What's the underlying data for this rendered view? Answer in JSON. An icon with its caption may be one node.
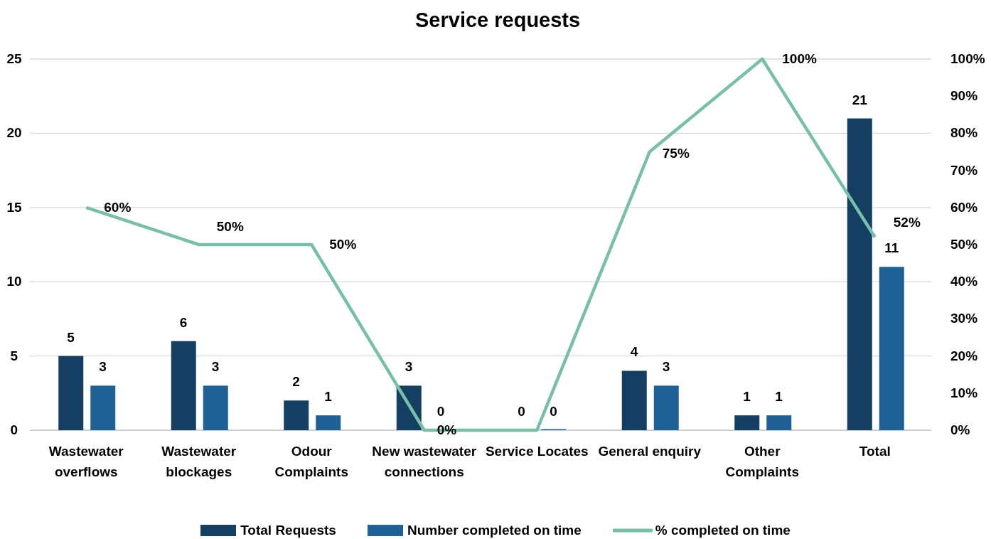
{
  "diagram": {
    "chart_data": {
      "type": "bar",
      "title": "Service requests",
      "categories": [
        [
          "Wastewater",
          "overflows"
        ],
        [
          "Wastewater",
          "blockages"
        ],
        [
          "Odour",
          "Complaints"
        ],
        [
          "New",
          "wastewater",
          "connections"
        ],
        [
          "Service",
          "Locates"
        ],
        [
          "General",
          "enquiry"
        ],
        [
          "Other",
          "Complaints"
        ],
        [
          "Total"
        ]
      ],
      "series": [
        {
          "name": "Total Requests",
          "color": "#143f63",
          "values": [
            5,
            6,
            2,
            3,
            0,
            4,
            1,
            21
          ]
        },
        {
          "name": "Number completed on time",
          "color": "#1f6196",
          "values": [
            3,
            3,
            1,
            0,
            0,
            3,
            1,
            11
          ]
        },
        {
          "name": "% completed on time",
          "color": "#77bfa8",
          "type": "line",
          "axis": "y2",
          "values": [
            60,
            50,
            50,
            0,
            0,
            75,
            100,
            52
          ],
          "value_labels": [
            "60%",
            "50%",
            "50%",
            "0%",
            null,
            "75%",
            "100%",
            "52%"
          ]
        }
      ],
      "ylim": [
        0,
        25
      ],
      "yticks": [
        0,
        5,
        10,
        15,
        20,
        25
      ],
      "y2lim": [
        0,
        100
      ],
      "y2ticks": [
        {
          "value": 0,
          "label": "0%"
        },
        {
          "value": 10,
          "label": "10%"
        },
        {
          "value": 20,
          "label": "20%"
        },
        {
          "value": 30,
          "label": "30%"
        },
        {
          "value": 40,
          "label": "40%"
        },
        {
          "value": 50,
          "label": "50%"
        },
        {
          "value": 60,
          "label": "60%"
        },
        {
          "value": 70,
          "label": "70%"
        },
        {
          "value": 80,
          "label": "80%"
        },
        {
          "value": 90,
          "label": "90%"
        },
        {
          "value": 100,
          "label": "100%"
        }
      ],
      "data_labels": true,
      "grid": true,
      "legend": true
    }
  }
}
